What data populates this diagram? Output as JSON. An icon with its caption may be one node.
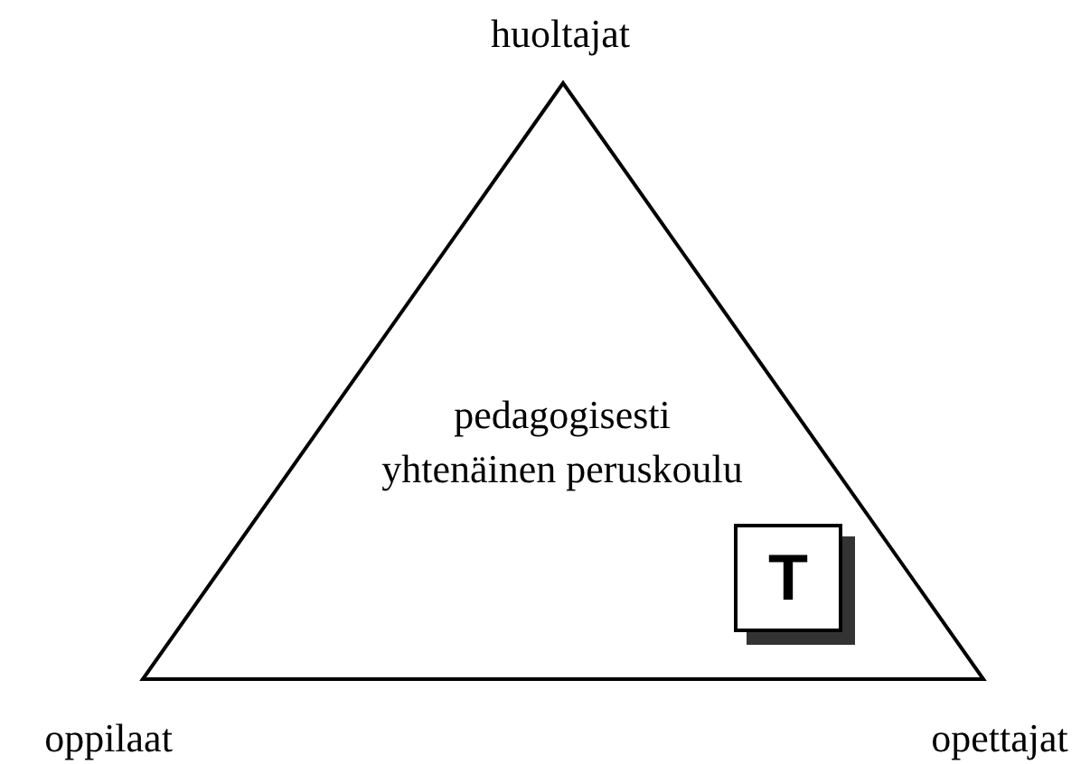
{
  "diagram": {
    "nodes": [
      {
        "text": [
          "pedagogisesti yhtenäinen peruskoulu"
        ],
        "beside": [
          "huoltajat",
          "oppilaat",
          "opettajat"
        ]
      },
      {
        "text": [
          "T"
        ],
        "in": 0
      }
    ]
  }
}
